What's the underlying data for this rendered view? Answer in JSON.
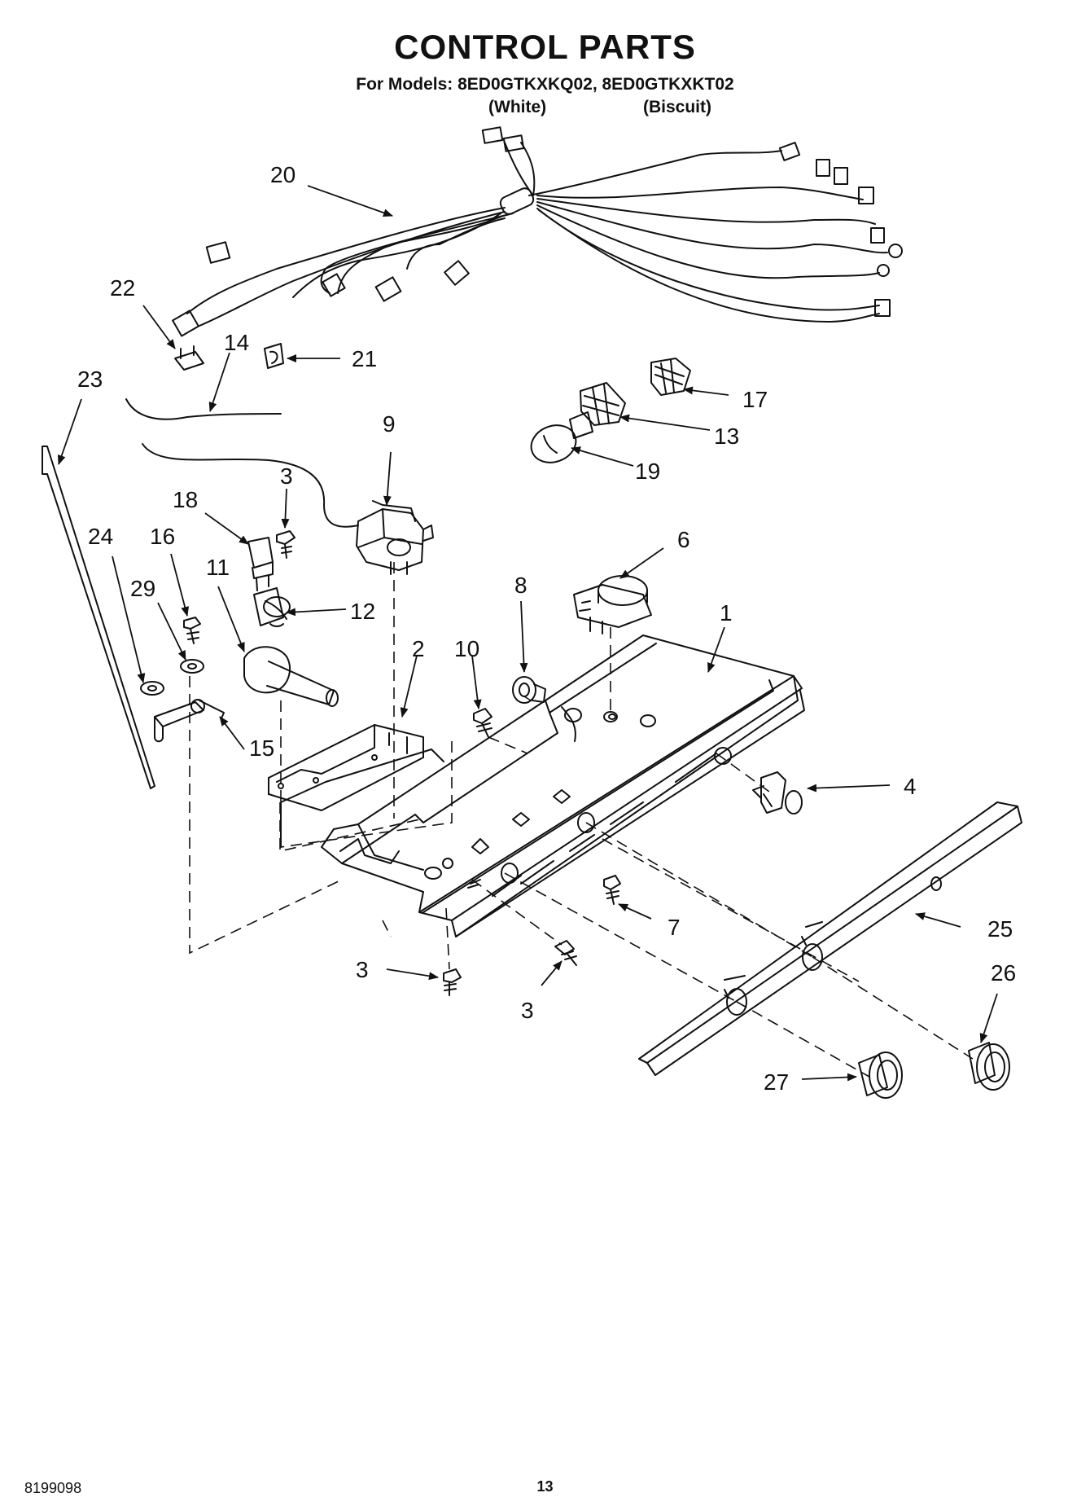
{
  "header": {
    "title": "CONTROL PARTS",
    "models_line": "For Models: 8ED0GTKXKQ02, 8ED0GTKXKT02",
    "variants": [
      "(White)",
      "(Biscuit)"
    ]
  },
  "callouts": [
    "20",
    "22",
    "14",
    "21",
    "23",
    "17",
    "13",
    "19",
    "9",
    "3",
    "18",
    "24",
    "16",
    "11",
    "29",
    "12",
    "6",
    "8",
    "1",
    "2",
    "10",
    "15",
    "4",
    "7",
    "25",
    "3",
    "3",
    "26",
    "27"
  ],
  "footer": {
    "doc_number": "8199098",
    "page_number": "13"
  },
  "colors": {
    "ink": "#111111",
    "paper": "#ffffff"
  }
}
